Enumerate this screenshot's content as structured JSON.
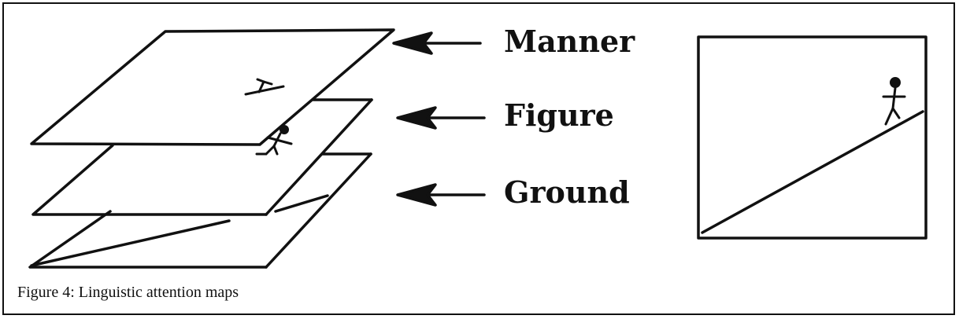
{
  "labels": {
    "manner": "Manner",
    "figure": "Figure",
    "ground": "Ground"
  },
  "caption": "Figure 4: Linguistic attention maps"
}
